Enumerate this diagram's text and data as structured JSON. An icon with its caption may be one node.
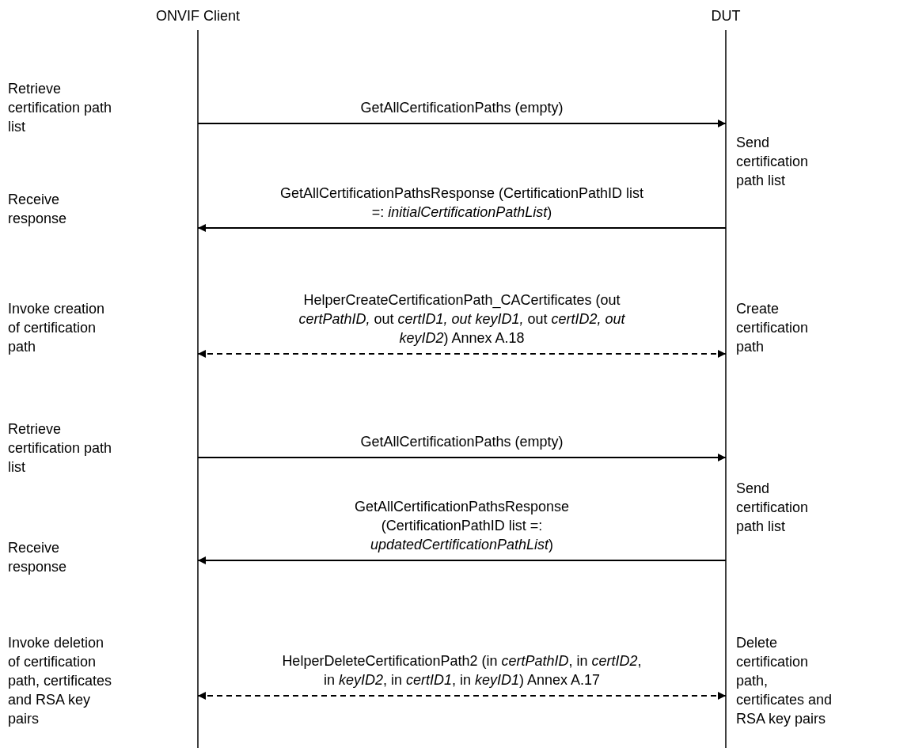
{
  "diagram": {
    "nodes": [
      {
        "text": [
          "ONVIF Client"
        ]
      },
      {
        "text": [
          "DUT"
        ]
      }
    ],
    "edges": [
      {
        "from": 0,
        "to": 1,
        "arrow": "to",
        "label": "GetAllCertificationPaths (empty)"
      },
      {
        "from": 1,
        "to": 0,
        "arrow": "to",
        "label": "GetAllCertificationPathsResponse (CertificationPathID list =: *initialCertificationPathList*)"
      },
      {
        "from": 0,
        "to": 1,
        "arrow": "both",
        "style": "dashed",
        "label": "HelperCreateCertificationPath_CACertificates (out *certPathID,* out *certID1, out keyID1,* out *certID2, out keyID2*) Annex A.18"
      },
      {
        "from": 0,
        "to": 1,
        "arrow": "to",
        "label": "GetAllCertificationPaths (empty)"
      },
      {
        "from": 1,
        "to": 0,
        "arrow": "to",
        "label": "GetAllCertificationPathsResponse (CertificationPathID list =: *updatedCertificationPathList*)"
      },
      {
        "from": 0,
        "to": 1,
        "arrow": "both",
        "style": "dashed",
        "label": "HelperDeleteCertificationPath2 (in *certPathID*, in *certID2*, in *keyID2*, in *certID1*, in *keyID1*) Annex A.17"
      }
    ],
    "labels": [
      "Retrieve certification path list",
      "Send certification path list",
      "Receive response",
      "Invoke creation of certification path",
      "Create certification path",
      "Retrieve certification path list",
      "Send certification path list",
      "Receive response",
      "Invoke deletion of certification path, certificates and RSA key pairs",
      "Delete certification path, certificates and RSA key pairs"
    ]
  }
}
